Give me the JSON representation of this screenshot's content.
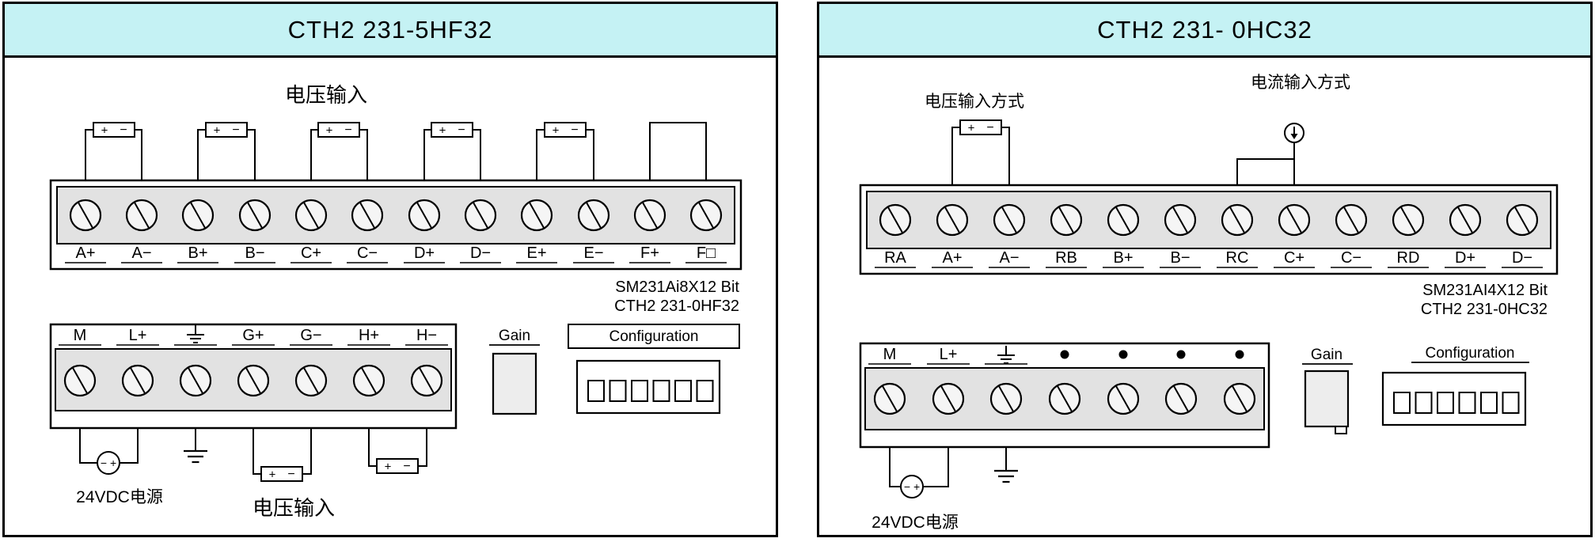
{
  "symbols": {
    "plus": "+",
    "minus": "−",
    "power_polarity": "− +"
  },
  "colors": {
    "header_bg": "#c5f2f4",
    "strip_fill": "#e2e2e2",
    "line": "#000000"
  },
  "left_panel": {
    "title": "CTH2 231-5HF32",
    "top_label": "电压输入",
    "upper_terminals": [
      "A+",
      "A−",
      "B+",
      "B−",
      "C+",
      "C−",
      "D+",
      "D−",
      "E+",
      "E−",
      "F+",
      "F□"
    ],
    "model_line1": "SM231Ai8X12 Bit",
    "model_line2": "CTH2 231-0HF32",
    "lower_terminals": [
      "M",
      "L+",
      "G+",
      "G−",
      "H+",
      "H−"
    ],
    "gain_label": "Gain",
    "config_label": "Configuration",
    "power_label": "24VDC电源",
    "bottom_label": "电压输入"
  },
  "right_panel": {
    "title": "CTH2 231- 0HC32",
    "voltage_mode_label": "电压输入方式",
    "current_mode_label": "电流输入方式",
    "upper_terminals": [
      "RA",
      "A+",
      "A−",
      "RB",
      "B+",
      "B−",
      "RC",
      "C+",
      "C−",
      "RD",
      "D+",
      "D−"
    ],
    "model_line1": "SM231AI4X12 Bit",
    "model_line2": "CTH2 231-0HC32",
    "lower_terminals": [
      "M",
      "L+"
    ],
    "gain_label": "Gain",
    "config_label": "Configuration",
    "power_label": "24VDC电源"
  }
}
